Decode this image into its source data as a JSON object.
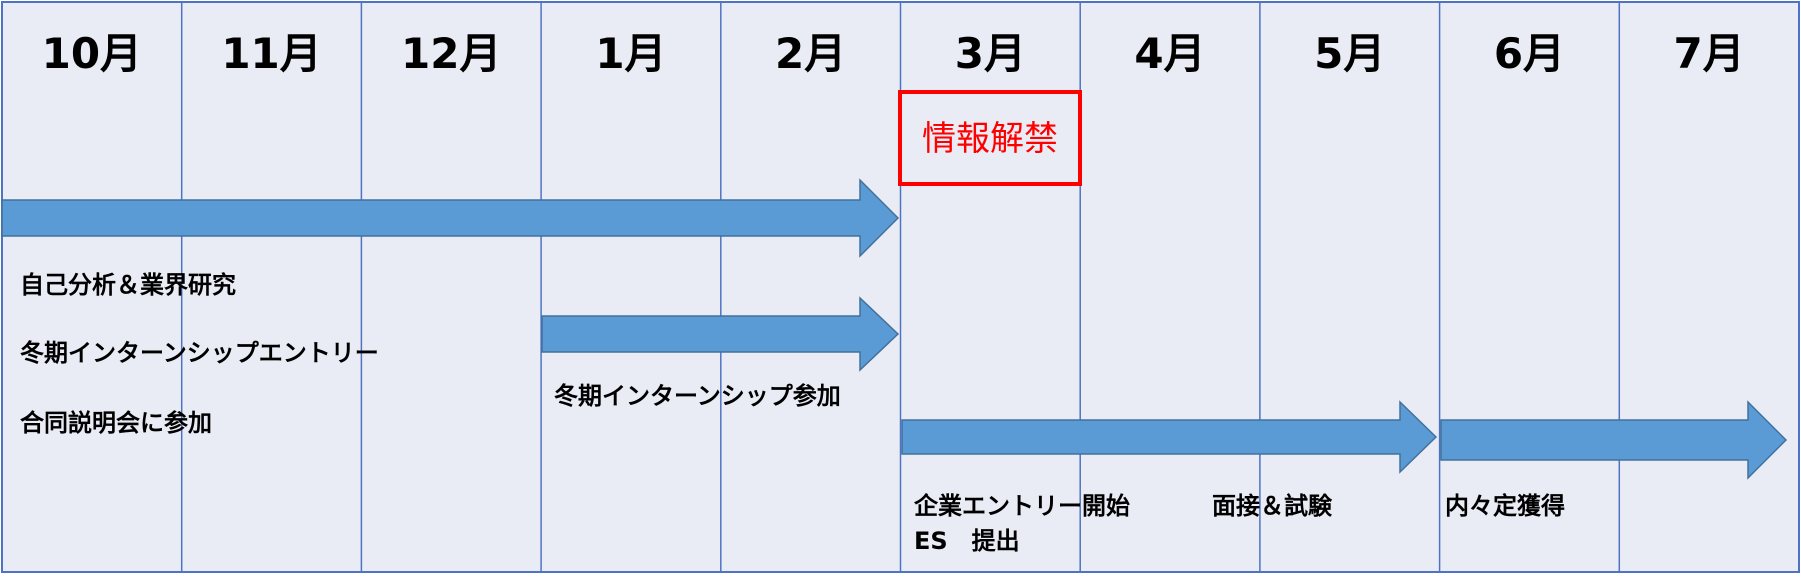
{
  "colors": {
    "background": "#eaecf5",
    "grid": "#4f73c4",
    "arrow": "#5b9bd5",
    "arrow_stroke": "#41719c",
    "highlight": "#ff0000",
    "text": "#000000"
  },
  "months": [
    "10月",
    "11月",
    "12月",
    "1月",
    "2月",
    "3月",
    "4月",
    "5月",
    "6月",
    "7月"
  ],
  "highlight": {
    "label": "情報解禁"
  },
  "notes": {
    "self_analysis": "自己分析＆業界研究",
    "winter_intern_entry": "冬期インターンシップエントリー",
    "joint_seminar": "合同説明会に参加",
    "winter_intern_join": "冬期インターンシップ参加",
    "company_entry": "企業エントリー開始",
    "es_submit": "ES　提出",
    "interview": "面接＆試験",
    "offer": "内々定獲得"
  }
}
